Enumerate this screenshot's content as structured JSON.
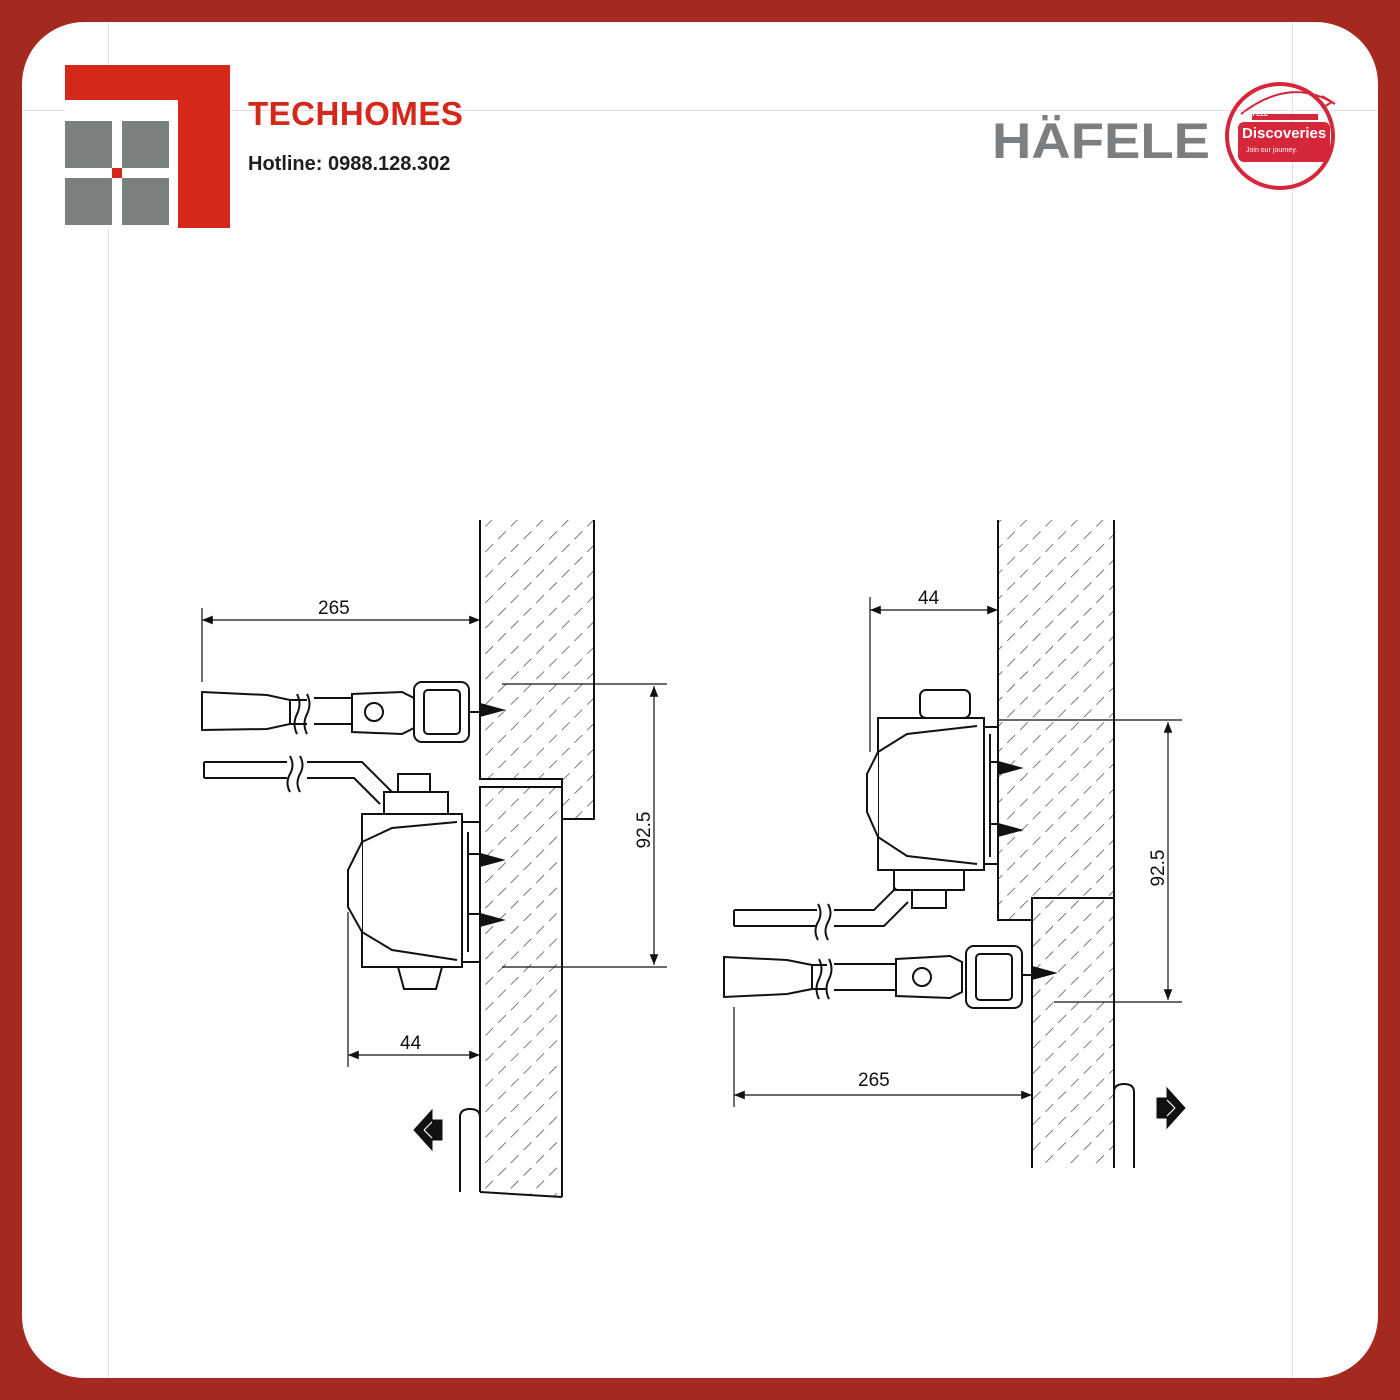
{
  "header": {
    "brand_name": "TECHHOMES",
    "hotline": "Hotline: 0988.128.302"
  },
  "partner_logo": {
    "brand": "HÄFELE",
    "badge_small": "HÄFELE",
    "badge_title": "Discoveries",
    "badge_tagline": "Join our journey."
  },
  "colors": {
    "frame": "#a42a20",
    "brand_red": "#d5281b",
    "logo_grey": "#7b817f",
    "hafele_grey": "#7c7f82",
    "badge_red": "#d5263a"
  },
  "diagram": {
    "left": {
      "dim_top": "265",
      "dim_height": "92.5",
      "dim_bottom": "44",
      "arrow_direction": "left"
    },
    "right": {
      "dim_top": "44",
      "dim_height": "92.5",
      "dim_bottom": "265",
      "arrow_direction": "right"
    }
  }
}
